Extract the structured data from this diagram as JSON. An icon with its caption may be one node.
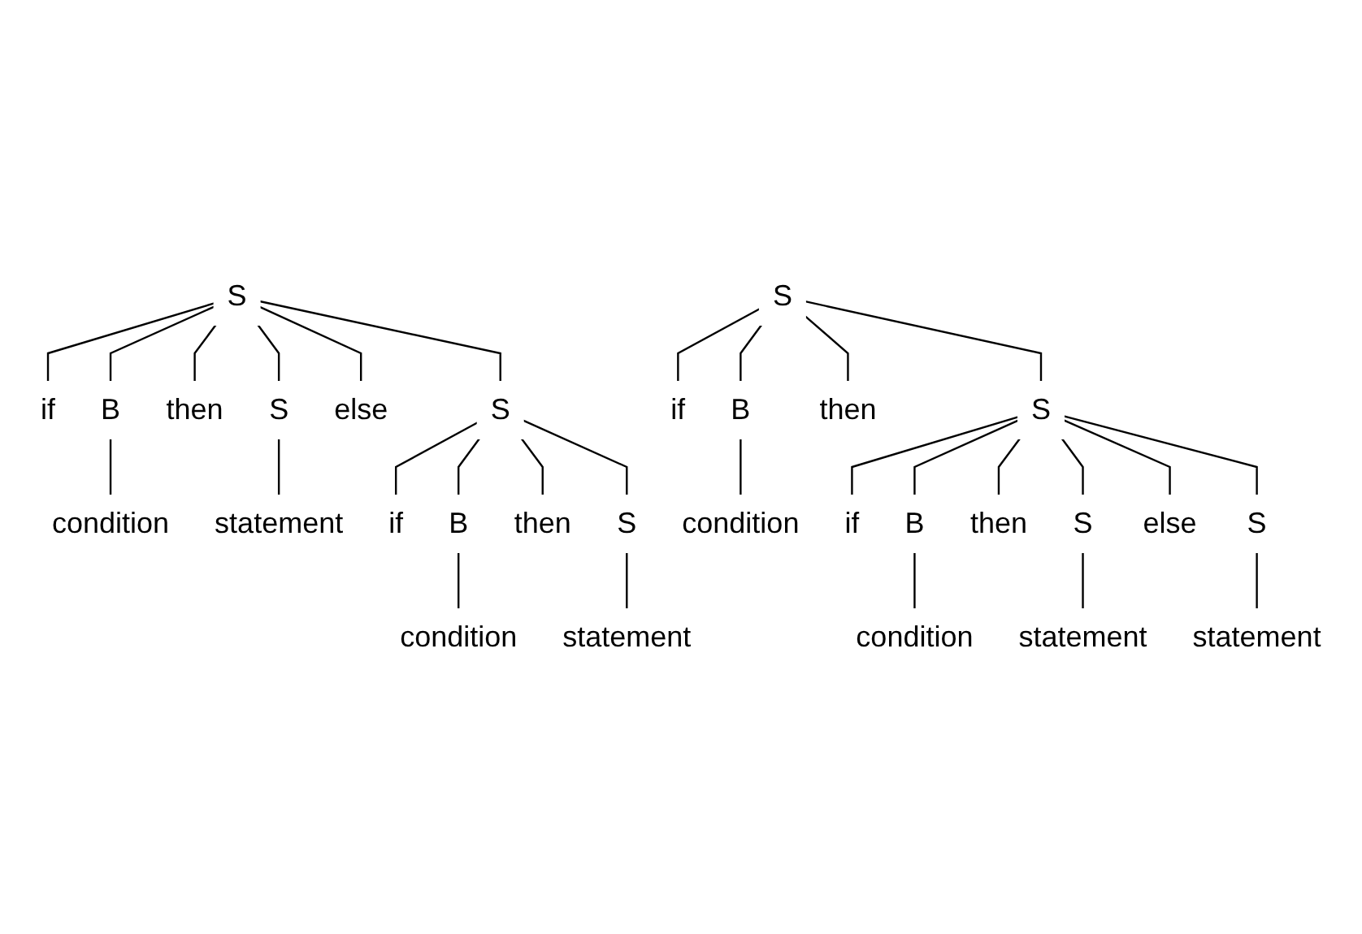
{
  "diagram": {
    "nodes": [
      {
        "text": [
          "S"
        ]
      },
      {
        "text": [
          "if"
        ]
      },
      {
        "text": [
          "B"
        ]
      },
      {
        "text": [
          "then"
        ]
      },
      {
        "text": [
          "S"
        ]
      },
      {
        "text": [
          "else"
        ]
      },
      {
        "text": [
          "S"
        ]
      },
      {
        "text": [
          "condition"
        ]
      },
      {
        "text": [
          "statement"
        ]
      },
      {
        "text": [
          "if"
        ]
      },
      {
        "text": [
          "B"
        ]
      },
      {
        "text": [
          "then"
        ]
      },
      {
        "text": [
          "S"
        ]
      },
      {
        "text": [
          "condition"
        ]
      },
      {
        "text": [
          "statement"
        ]
      },
      {
        "text": [
          "S"
        ]
      },
      {
        "text": [
          "if"
        ]
      },
      {
        "text": [
          "B"
        ]
      },
      {
        "text": [
          "then"
        ]
      },
      {
        "text": [
          "S"
        ]
      },
      {
        "text": [
          "condition"
        ]
      },
      {
        "text": [
          "if"
        ]
      },
      {
        "text": [
          "B"
        ]
      },
      {
        "text": [
          "then"
        ]
      },
      {
        "text": [
          "S"
        ]
      },
      {
        "text": [
          "else"
        ]
      },
      {
        "text": [
          "S"
        ]
      },
      {
        "text": [
          "condition"
        ]
      },
      {
        "text": [
          "statement"
        ]
      },
      {
        "text": [
          "statement"
        ]
      }
    ],
    "edges": [
      {
        "from": 0,
        "to": 1,
        "arrow": "none"
      },
      {
        "from": 0,
        "to": 2,
        "arrow": "none"
      },
      {
        "from": 0,
        "to": 3,
        "arrow": "none"
      },
      {
        "from": 0,
        "to": 4,
        "arrow": "none"
      },
      {
        "from": 0,
        "to": 5,
        "arrow": "none"
      },
      {
        "from": 0,
        "to": 6,
        "arrow": "none"
      },
      {
        "from": 2,
        "to": 7,
        "arrow": "none"
      },
      {
        "from": 6,
        "to": 8,
        "arrow": "none"
      },
      {
        "from": 4,
        "to": 9,
        "arrow": "none"
      },
      {
        "from": 4,
        "to": 10,
        "arrow": "none"
      },
      {
        "from": 4,
        "to": 11,
        "arrow": "none"
      },
      {
        "from": 4,
        "to": 12,
        "arrow": "none"
      },
      {
        "from": 10,
        "to": 13,
        "arrow": "none"
      },
      {
        "from": 12,
        "to": 14,
        "arrow": "none"
      },
      {
        "from": 15,
        "to": 16,
        "arrow": "none"
      },
      {
        "from": 15,
        "to": 17,
        "arrow": "none"
      },
      {
        "from": 15,
        "to": 18,
        "arrow": "none"
      },
      {
        "from": 15,
        "to": 19,
        "arrow": "none"
      },
      {
        "from": 17,
        "to": 20,
        "arrow": "none"
      },
      {
        "from": 19,
        "to": 21,
        "arrow": "none"
      },
      {
        "from": 19,
        "to": 22,
        "arrow": "none"
      },
      {
        "from": 19,
        "to": 23,
        "arrow": "none"
      },
      {
        "from": 19,
        "to": 24,
        "arrow": "none"
      },
      {
        "from": 19,
        "to": 25,
        "arrow": "none"
      },
      {
        "from": 19,
        "to": 26,
        "arrow": "none"
      },
      {
        "from": 22,
        "to": 27,
        "arrow": "none"
      },
      {
        "from": 24,
        "to": 28,
        "arrow": "none"
      },
      {
        "from": 26,
        "to": 29,
        "arrow": "none"
      }
    ]
  }
}
